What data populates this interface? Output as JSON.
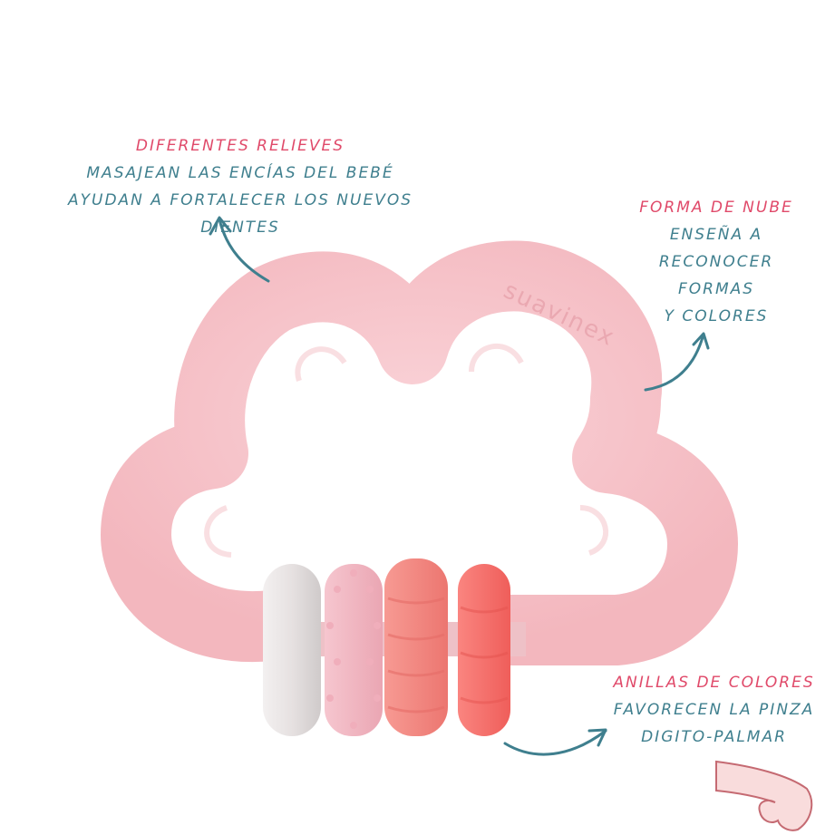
{
  "annotations": {
    "relieves": {
      "title": "DIFERENTES RELIEVES",
      "lines": [
        "MASAJEAN LAS ENCÍAS DEL BEBÉ",
        "AYUDAN A FORTALECER LOS NUEVOS DIENTES"
      ]
    },
    "nube": {
      "title": "FORMA DE NUBE",
      "lines": [
        "ENSEÑA A",
        "RECONOCER",
        "FORMAS",
        "Y COLORES"
      ]
    },
    "anillas": {
      "title": "ANILLAS DE COLORES",
      "lines": [
        "FAVORECEN LA PINZA",
        "DIGITO-PALMAR"
      ]
    }
  },
  "product": {
    "brand_emboss": "suavinex",
    "cloud_color": "#f7c6cc",
    "rings": [
      {
        "name": "white",
        "color": "#e8e4e4"
      },
      {
        "name": "light-pink-nubby",
        "color": "#f4b9c4"
      },
      {
        "name": "salmon-ridged",
        "color": "#f3857f"
      },
      {
        "name": "coral",
        "color": "#f46d68"
      }
    ]
  },
  "colors": {
    "title": "#e04a6a",
    "text": "#3f7f8e",
    "arrow": "#3f7f8e"
  }
}
